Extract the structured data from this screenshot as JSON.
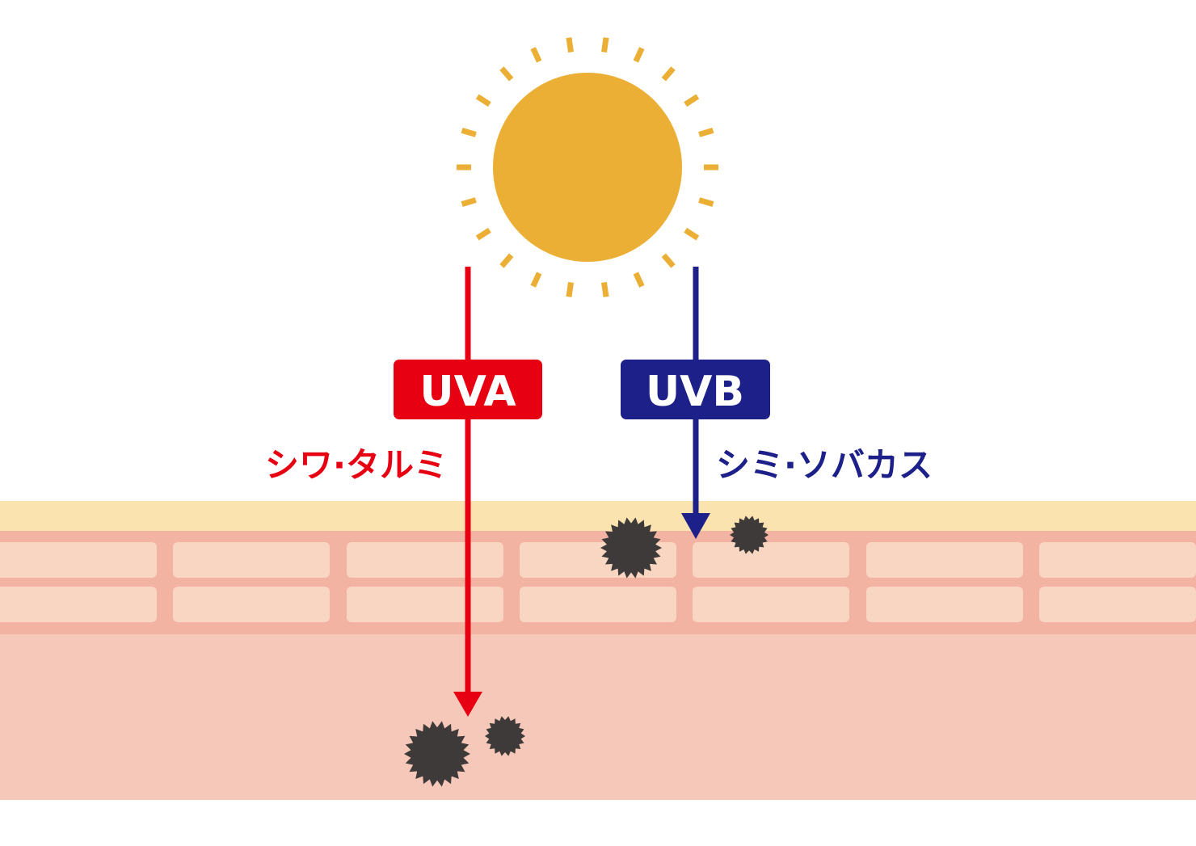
{
  "rays": [
    {
      "badge": "UVA",
      "effect": "シワ·タルミ",
      "color": "#e60012",
      "reaches": "dermis"
    },
    {
      "badge": "UVB",
      "effect": "シミ·ソバカス",
      "color": "#1d2088",
      "reaches": "epidermis"
    }
  ],
  "colors": {
    "sun": "#ecaf36",
    "stratum_corneum": "#fbe3b0",
    "epidermis": "#f3b3a3",
    "epidermis_cell": "#f9d6c2",
    "dermis": "#f6c8b9",
    "damage_spot": "#3e3a39",
    "badge_text": "#ffffff"
  },
  "icons": {
    "sun": "sun-icon",
    "damage": "damage-spot-icon"
  }
}
